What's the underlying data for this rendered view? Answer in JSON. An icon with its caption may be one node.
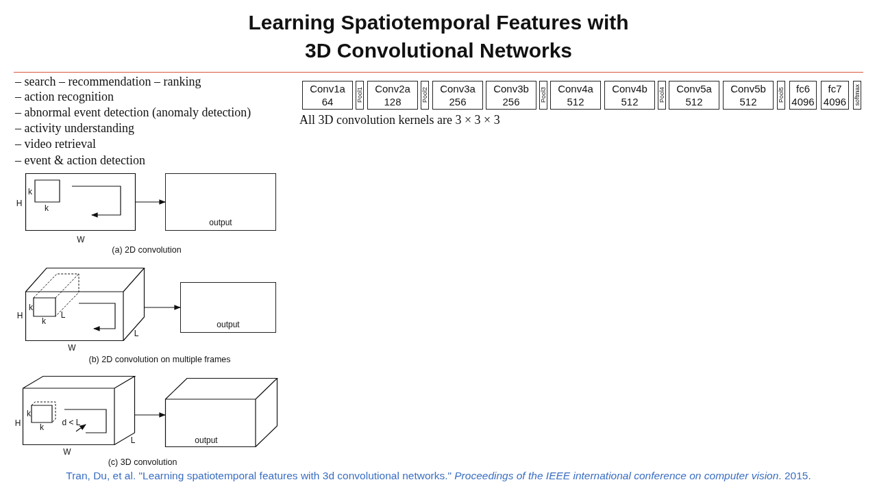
{
  "diagram": {
    "title": "Learning Spatiotemporal Features with 3D Convolutional Networks",
    "caption": "Tran, Du, et al. \"Learning spatiotemporal features with 3d convolutional networks.\" *Proceedings of the IEEE international conference on computer vision*. 2015.",
    "nodes": [
      {
        "text": [
          "Conv1a",
          "64"
        ]
      },
      {
        "text": [
          "Pool1"
        ]
      },
      {
        "text": [
          "Conv2a",
          "128"
        ]
      },
      {
        "text": [
          "Pool2"
        ]
      },
      {
        "text": [
          "Conv3a",
          "256"
        ]
      },
      {
        "text": [
          "Conv3b",
          "256"
        ]
      },
      {
        "text": [
          "Pool3"
        ]
      },
      {
        "text": [
          "Conv4a",
          "512"
        ]
      },
      {
        "text": [
          "Conv4b",
          "512"
        ]
      },
      {
        "text": [
          "Pool4"
        ]
      },
      {
        "text": [
          "Conv5a",
          "512"
        ]
      },
      {
        "text": [
          "Conv5b",
          "512"
        ]
      },
      {
        "text": [
          "Pool5"
        ]
      },
      {
        "text": [
          "fc6",
          "4096"
        ]
      },
      {
        "text": [
          "fc7",
          "4096"
        ]
      },
      {
        "text": [
          "softmax"
        ]
      },
      {
        "text": [],
        "shape": "box"
      },
      {
        "text": [
          "output"
        ]
      },
      {
        "text": [],
        "shape": "box"
      },
      {
        "text": [
          "output"
        ]
      },
      {
        "text": [],
        "shape": "box"
      },
      {
        "text": [
          "output"
        ]
      }
    ],
    "edges": [
      {
        "from": 16,
        "to": 17,
        "arrow": "to"
      },
      {
        "from": 18,
        "to": 19,
        "arrow": "to"
      },
      {
        "from": 20,
        "to": 21,
        "arrow": "to"
      }
    ],
    "labels": [
      "– search – recommendation – ranking",
      "– action recognition",
      "– abnormal event detection (anomaly detection)",
      "– activity understanding",
      "– video retrieval",
      "– event & action detection",
      "All 3D convolution kernels are 3 × 3 × 3",
      "k",
      "H",
      "k",
      "W",
      "(a) 2D convolution",
      "k",
      "H",
      "L",
      "k",
      "L",
      "W",
      "(b) 2D convolution on multiple frames",
      "k",
      "d < L",
      "H",
      "k",
      "L",
      "W",
      "(c) 3D convolution"
    ]
  }
}
